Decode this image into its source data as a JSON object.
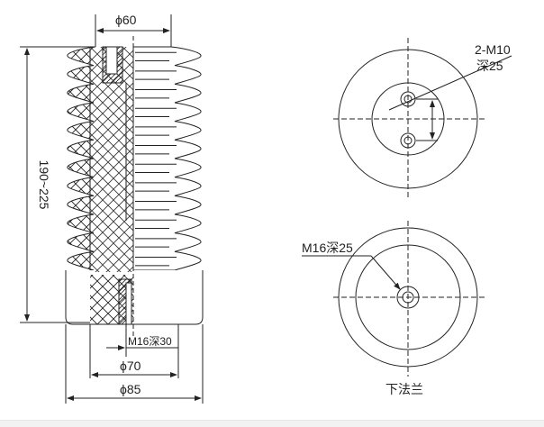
{
  "side_view": {
    "dim_top_diameter": "ϕ60",
    "dim_height": "190~225",
    "dim_bottom_thread": "M16深30",
    "dim_flange_diameter": "ϕ70",
    "dim_base_diameter": "ϕ85"
  },
  "top_view": {
    "thread_label": "2-M10",
    "depth_label": "深25"
  },
  "bottom_view": {
    "thread_label": "M16深25",
    "caption": "下法兰"
  }
}
